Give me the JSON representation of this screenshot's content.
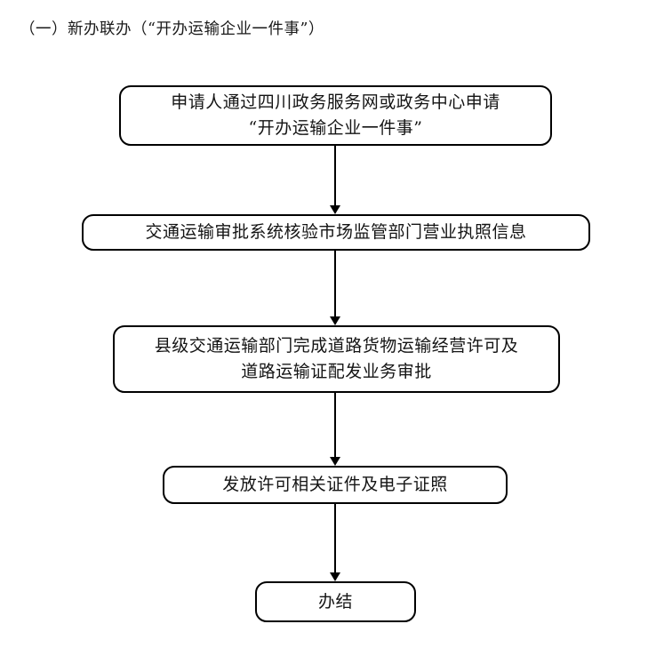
{
  "page": {
    "title": "（一）新办联办（“开办运输企业一件事”）"
  },
  "flowchart": {
    "nodes": [
      {
        "id": "apply",
        "label": "申请人通过四川政务服务网或政务中心申请\n“开办运输企业一件事”"
      },
      {
        "id": "verify",
        "label": "交通运输审批系统核验市场监管部门营业执照信息"
      },
      {
        "id": "approve",
        "label": "县级交通运输部门完成道路货物运输经营许可及\n道路运输证配发业务审批"
      },
      {
        "id": "issue",
        "label": "发放许可相关证件及电子证照"
      },
      {
        "id": "complete",
        "label": "办结"
      }
    ],
    "connectors": [
      {
        "id": "apply-to-verify",
        "direction": "down"
      },
      {
        "id": "verify-to-approve",
        "direction": "down"
      },
      {
        "id": "approve-to-issue",
        "direction": "down"
      },
      {
        "id": "issue-to-complete",
        "direction": "down"
      }
    ],
    "colors": {
      "border": "#000000",
      "text": "#141414",
      "background": "#ffffff",
      "arrow": "#000000"
    }
  }
}
